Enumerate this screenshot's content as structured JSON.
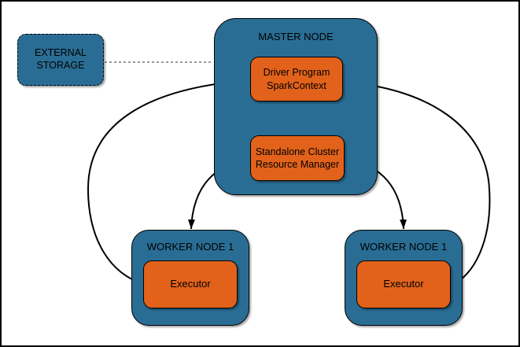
{
  "diagram": {
    "colors": {
      "node_fill": "#2a6d94",
      "inner_fill": "#e2621b",
      "outline": "#000000",
      "dashed_link": "#999999",
      "background": "#ffffff"
    },
    "nodes": {
      "external_storage": {
        "label": "EXTERNAL STORAGE"
      },
      "master": {
        "label": "MASTER NODE",
        "driver": {
          "line1": "Driver Program",
          "line2": "SparkContext"
        },
        "resource_manager": {
          "line1": "Standalone Cluster",
          "line2": "Resource Manager"
        }
      },
      "worker_left": {
        "label": "WORKER NODE 1",
        "executor": "Executor"
      },
      "worker_right": {
        "label": "WORKER NODE 1",
        "executor": "Executor"
      }
    },
    "edges": [
      {
        "from": "external_storage",
        "to": "master_node",
        "style": "dashed",
        "arrows": "none"
      },
      {
        "from": "driver_program",
        "to": "resource_manager",
        "style": "solid",
        "arrows": "both"
      },
      {
        "from": "driver_program",
        "to": "executor_left",
        "style": "solid",
        "arrows": "both"
      },
      {
        "from": "driver_program",
        "to": "executor_right",
        "style": "solid",
        "arrows": "both"
      },
      {
        "from": "resource_manager",
        "to": "worker_left",
        "style": "solid",
        "arrows": "both"
      },
      {
        "from": "resource_manager",
        "to": "worker_right",
        "style": "solid",
        "arrows": "both"
      }
    ]
  }
}
